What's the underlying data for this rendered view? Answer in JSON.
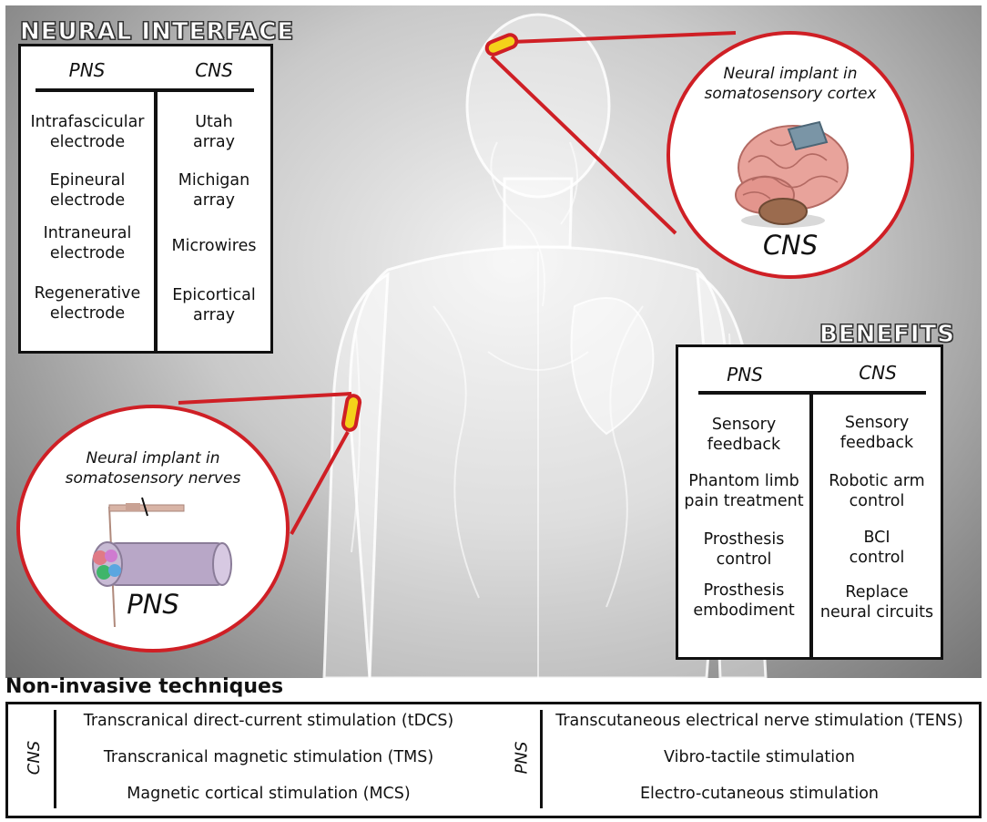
{
  "neural_interface": {
    "title": "NEURAL INTERFACE",
    "col_pns": "PNS",
    "col_cns": "CNS",
    "pns_items": [
      "Intrafascicular\nelectrode",
      "Epineural\nelectrode",
      "Intraneural\nelectrode",
      "Regenerative\nelectrode"
    ],
    "cns_items": [
      "Utah\narray",
      "Michigan\narray",
      "Microwires",
      "Epicortical\narray"
    ]
  },
  "benefits": {
    "title": "BENEFITS",
    "col_pns": "PNS",
    "col_cns": "CNS",
    "pns_items": [
      "Sensory\nfeedback",
      "Phantom limb\npain treatment",
      "Prosthesis\ncontrol",
      "Prosthesis\nembodiment"
    ],
    "cns_items": [
      "Sensory\nfeedback",
      "Robotic arm\ncontrol",
      "BCI\ncontrol",
      "Replace\nneural circuits"
    ]
  },
  "cns_callout": {
    "caption": "Neural implant in\nsomatosensory cortex",
    "label": "CNS"
  },
  "pns_callout": {
    "caption": "Neural implant in\nsomatosensory nerves",
    "label": "PNS"
  },
  "non_invasive": {
    "title": "Non-invasive techniques",
    "cns_label": "CNS",
    "pns_label": "PNS",
    "cns_items": [
      "Transcranical direct-current stimulation (tDCS)",
      "Transcranical magnetic stimulation (TMS)",
      "Magnetic cortical stimulation (MCS)"
    ],
    "pns_items": [
      "Transcutaneous electrical nerve stimulation (TENS)",
      "Vibro-tactile stimulation",
      "Electro-cutaneous stimulation"
    ]
  },
  "colors": {
    "accent_red": "#cf1f25",
    "implant_yellow": "#f4d21a"
  }
}
